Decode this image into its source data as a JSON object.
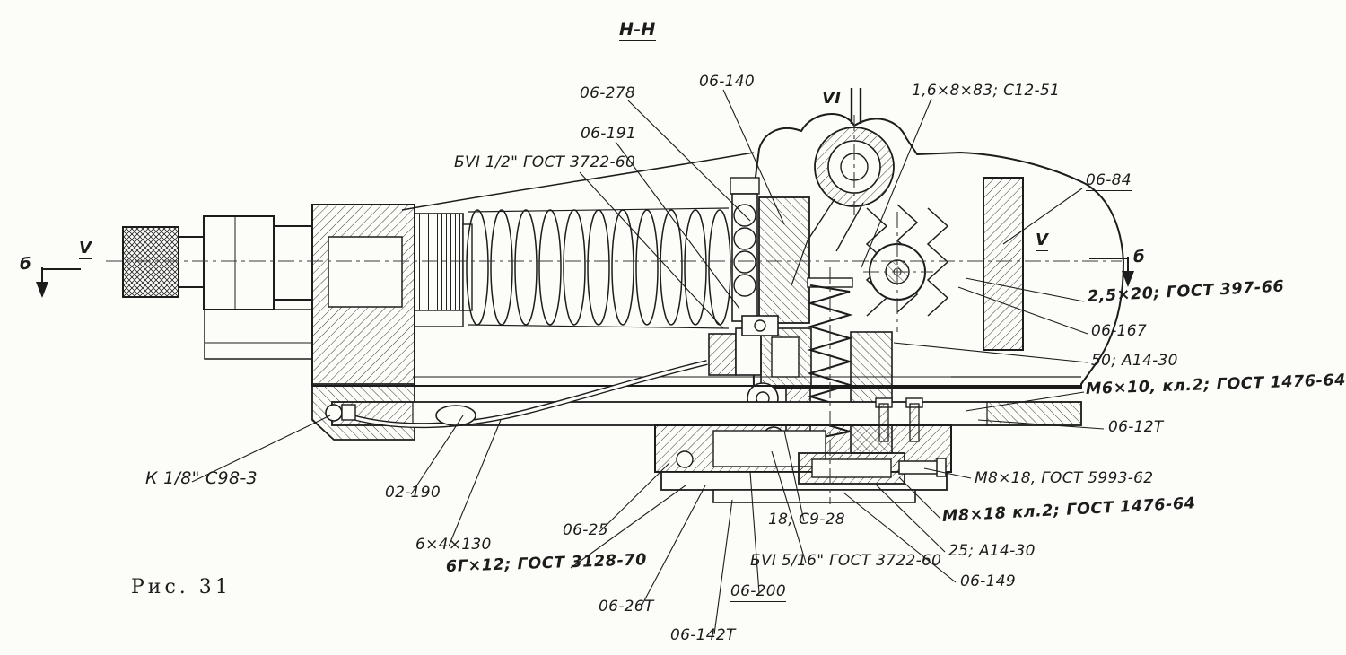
{
  "page": {
    "background": "#fcfcf9",
    "ink": "#1c1c1c"
  },
  "figure": {
    "caption": "Рис. 31",
    "section_title": "Н-Н"
  },
  "markers": {
    "vi": "VI",
    "v_left": "V",
    "v_right": "V",
    "b_left": "б",
    "b_right": "б"
  },
  "labels": {
    "p06_278": "06-278",
    "p06_140": "06-140",
    "roller_spec": "1,6×8×83; С12-51",
    "p06_191": "06-191",
    "bearing_half_inch": "БVI 1/2\" ГОСТ 3722-60",
    "p06_84": "06-84",
    "cotter_pin": "2,5×20; ГОСТ 397-66",
    "p06_167": "06-167",
    "ball_50": "50; А14-30",
    "screw_m6": "М6×10, кл.2; ГОСТ 1476-64",
    "p06_12t": "06-12Т",
    "plug_m8": "М8×18, ГОСТ 5993-62",
    "screw_m8": "М8×18 кл.2; ГОСТ 1476-64",
    "ball_25": "25; А14-30",
    "p06_149": "06-149",
    "ball_18": "18; С9-28",
    "bearing_5_16": "БVI 5/16\" ГОСТ 3722-60",
    "p06_200": "06-200",
    "p06_26t": "06-26Т",
    "p06_142t": "06-142Т",
    "p06_25": "06-25",
    "pin_6g": "6Г×12; ГОСТ 3128-70",
    "key_spec": "6×4×130",
    "p02_190": "02-190",
    "fitting_k18": "К 1/8\" С98-3"
  }
}
